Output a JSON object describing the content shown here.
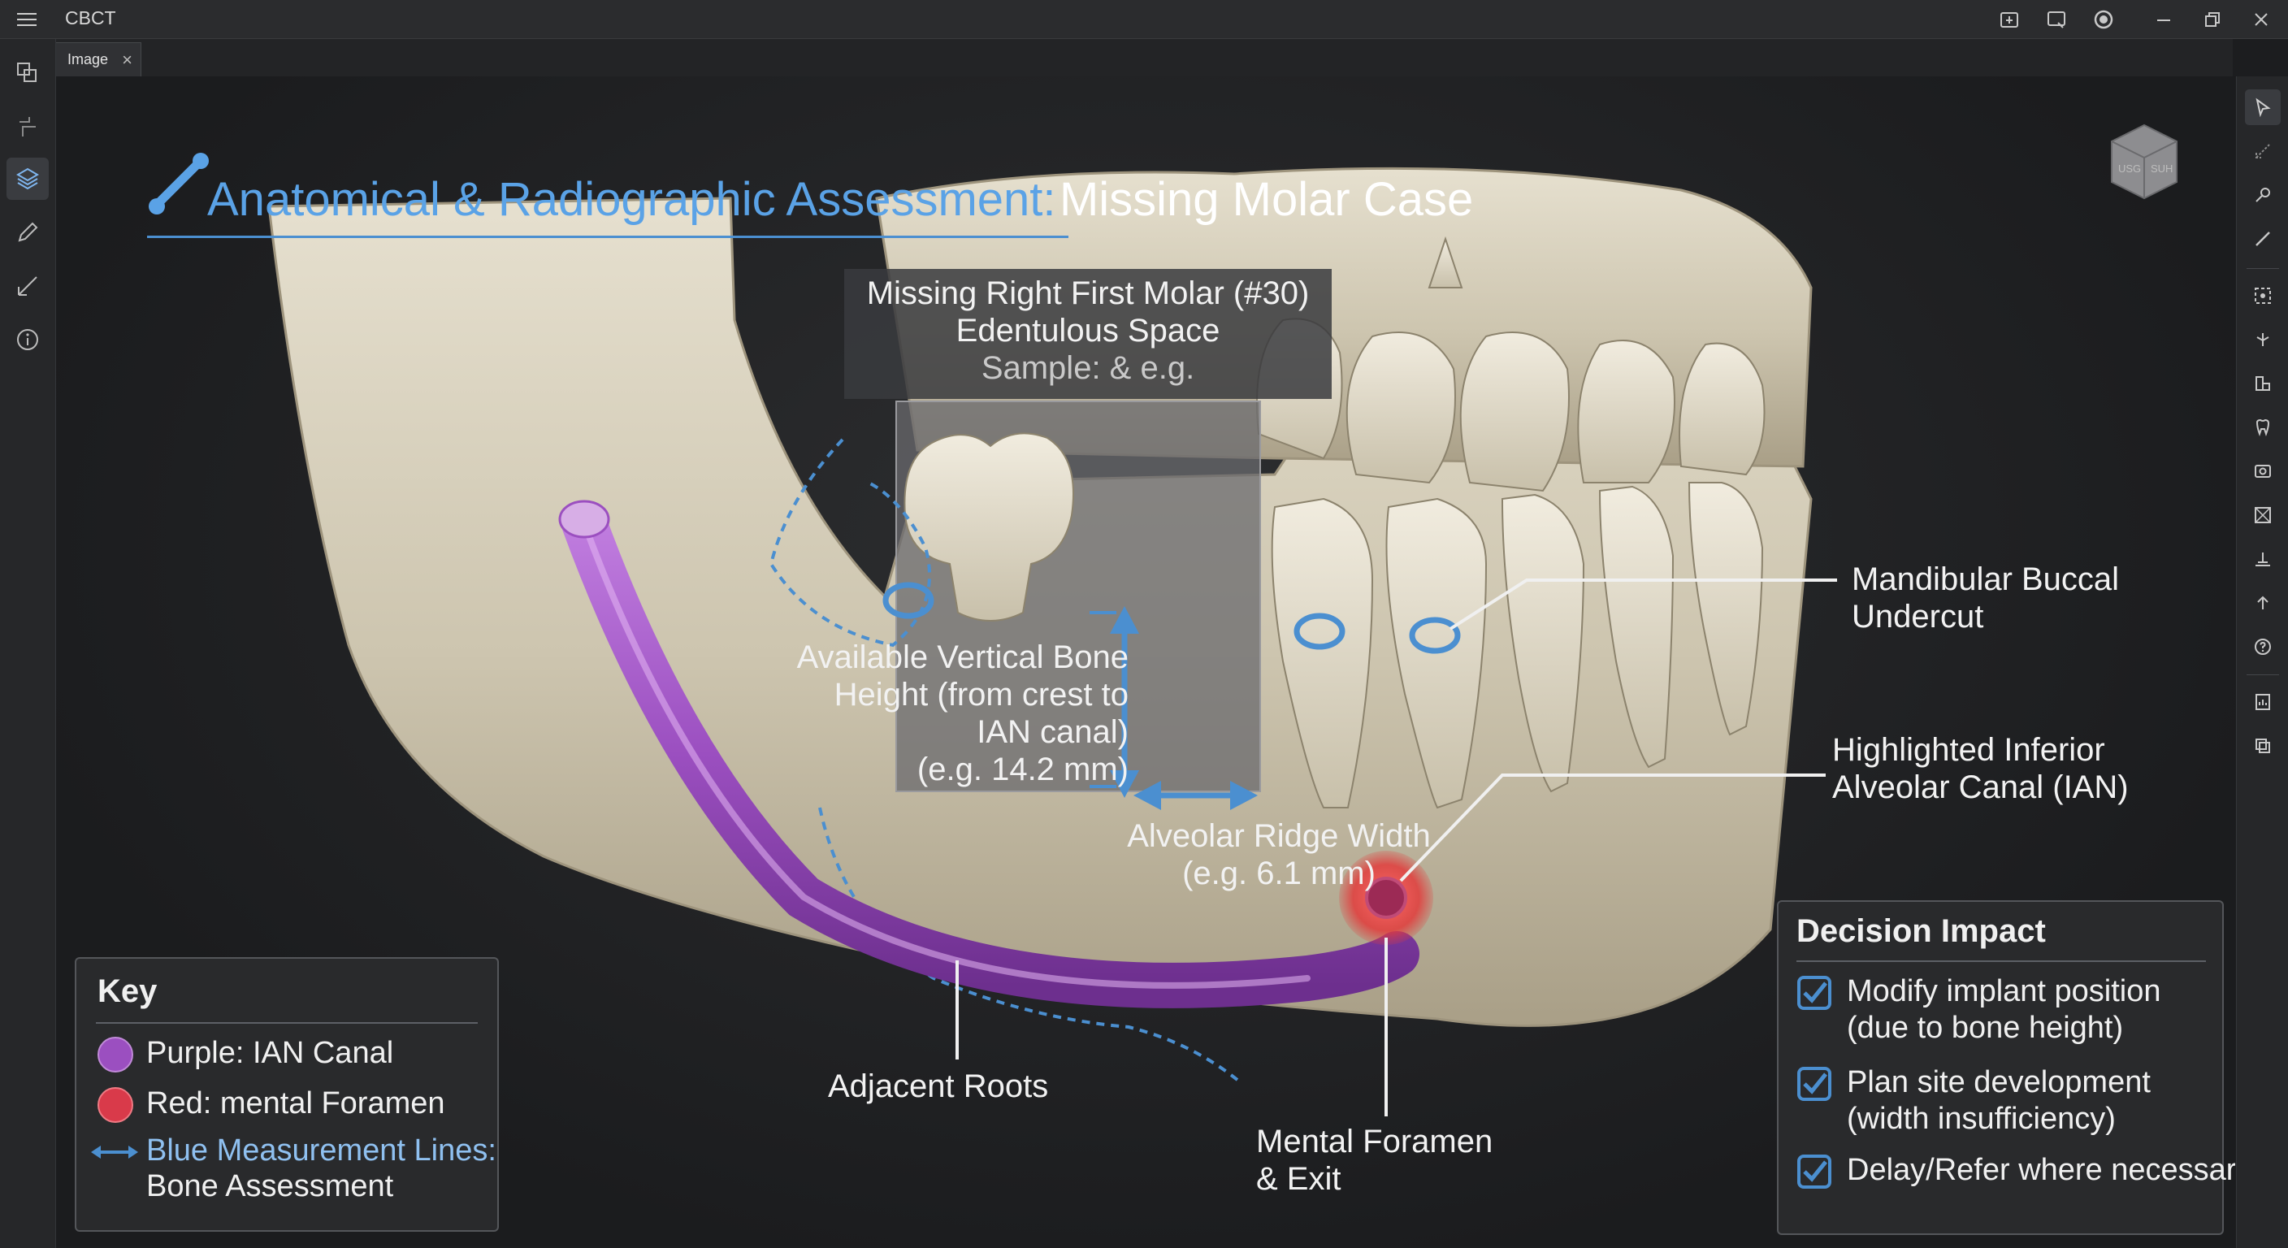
{
  "app": {
    "title": "CBCT"
  },
  "tabs": [
    {
      "label": "Image"
    }
  ],
  "figure": {
    "title_main": "Anatomical & Radiographic Assessment:",
    "title_sub": "Missing Molar Case",
    "callout_missing": [
      "Missing Right First Molar (#30)",
      "Edentulous Space",
      "Sample: & e.g."
    ],
    "label_vertical": [
      "Available Vertical Bone",
      "Height (from crest to",
      "IAN canal)",
      "(e.g. 14.2 mm)"
    ],
    "label_ridge": [
      "Alveolar Ridge Width",
      "(e.g. 6.1 mm)"
    ],
    "label_undercut": [
      "Mandibular Buccal",
      "Undercut"
    ],
    "label_ian": [
      "Highlighted Inferior",
      "Alveolar Canal (IAN)"
    ],
    "label_roots": "Adjacent Roots",
    "label_foramen": [
      "Mental Foramen",
      "& Exit"
    ],
    "cube_labels": [
      "USG",
      "SUH"
    ]
  },
  "key_panel": {
    "title": "Key",
    "items": [
      {
        "text": "Purple: IAN Canal",
        "color": "#9b4fc0"
      },
      {
        "text": "Red: mental Foramen",
        "color": "#d93a4a"
      },
      {
        "text_line1": "Blue Measurement Lines:",
        "text_line2": "Bone Assessment",
        "color": "#4b8fd0"
      }
    ]
  },
  "decision_panel": {
    "title": "Decision Impact",
    "items": [
      {
        "line1": "Modify implant position",
        "line2": "(due to bone height)"
      },
      {
        "line1": "Plan site development",
        "line2": "(width insufficiency)"
      },
      {
        "line1": "Delay/Refer where necessary",
        "line2": ""
      }
    ]
  },
  "colors": {
    "accent_blue": "#4b8fd0",
    "ian_purple": "#9b4fc0",
    "foramen_red": "#d93a4a",
    "bone": "#d8d1be"
  },
  "icons": {
    "titlebar": [
      "menu-icon",
      "export-icon",
      "screenshot-icon",
      "record-icon",
      "minimize-icon",
      "restore-icon",
      "close-icon"
    ],
    "left_toolbar": [
      "data-icon",
      "segmentation-icon",
      "layers-icon",
      "pencil-icon",
      "measure-icon",
      "info-icon"
    ],
    "right_toolbar": [
      "pointer-icon",
      "crop-icon",
      "probe-icon",
      "ruler-icon",
      "center-icon",
      "pivot-icon",
      "layers-stack-icon",
      "tooth-icon",
      "snapshot-icon",
      "slice-icon",
      "level-icon",
      "upload-icon",
      "help-icon",
      "report-icon",
      "more-icon"
    ]
  }
}
